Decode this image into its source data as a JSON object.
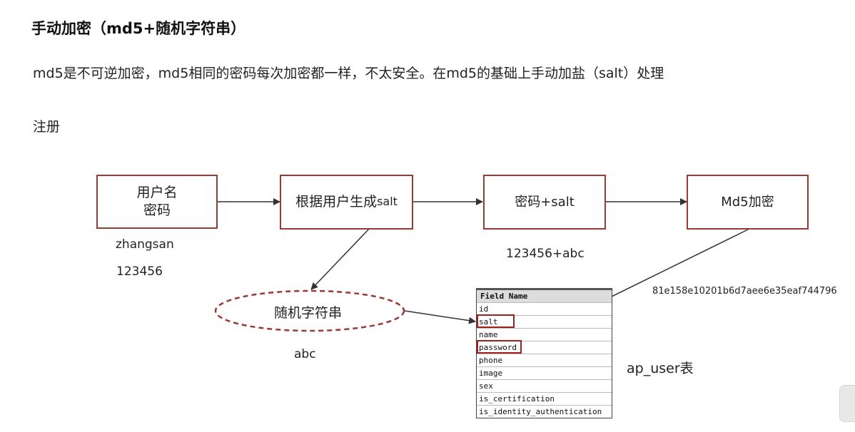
{
  "title": "手动加密（md5+随机字符串）",
  "description": "md5是不可逆加密，md5相同的密码每次加密都一样，不太安全。在md5的基础上手动加盐（salt）处理",
  "section": "注册",
  "boxes": {
    "user_line1": "用户名",
    "user_line2": "密码",
    "gen_salt_prefix": "根据用户生成",
    "gen_salt_suffix": "salt",
    "pwd_salt": "密码+salt",
    "md5": "Md5加密"
  },
  "ellipse": "随机字符串",
  "labels": {
    "username_value": "zhangsan",
    "password_value": "123456",
    "combined_value": "123456+abc",
    "salt_value": "abc",
    "hash_value": "81e158e10201b6d7aee6e35eaf744796",
    "table_name": "ap_user表"
  },
  "table": {
    "header": "Field Name",
    "fields": [
      "id",
      "salt",
      "name",
      "password",
      "phone",
      "image",
      "sex",
      "is_certification",
      "is_identity_authentication"
    ]
  },
  "colors": {
    "box_border": "#9b3a34",
    "highlight": "#a01f1f",
    "arrow": "#333333"
  }
}
